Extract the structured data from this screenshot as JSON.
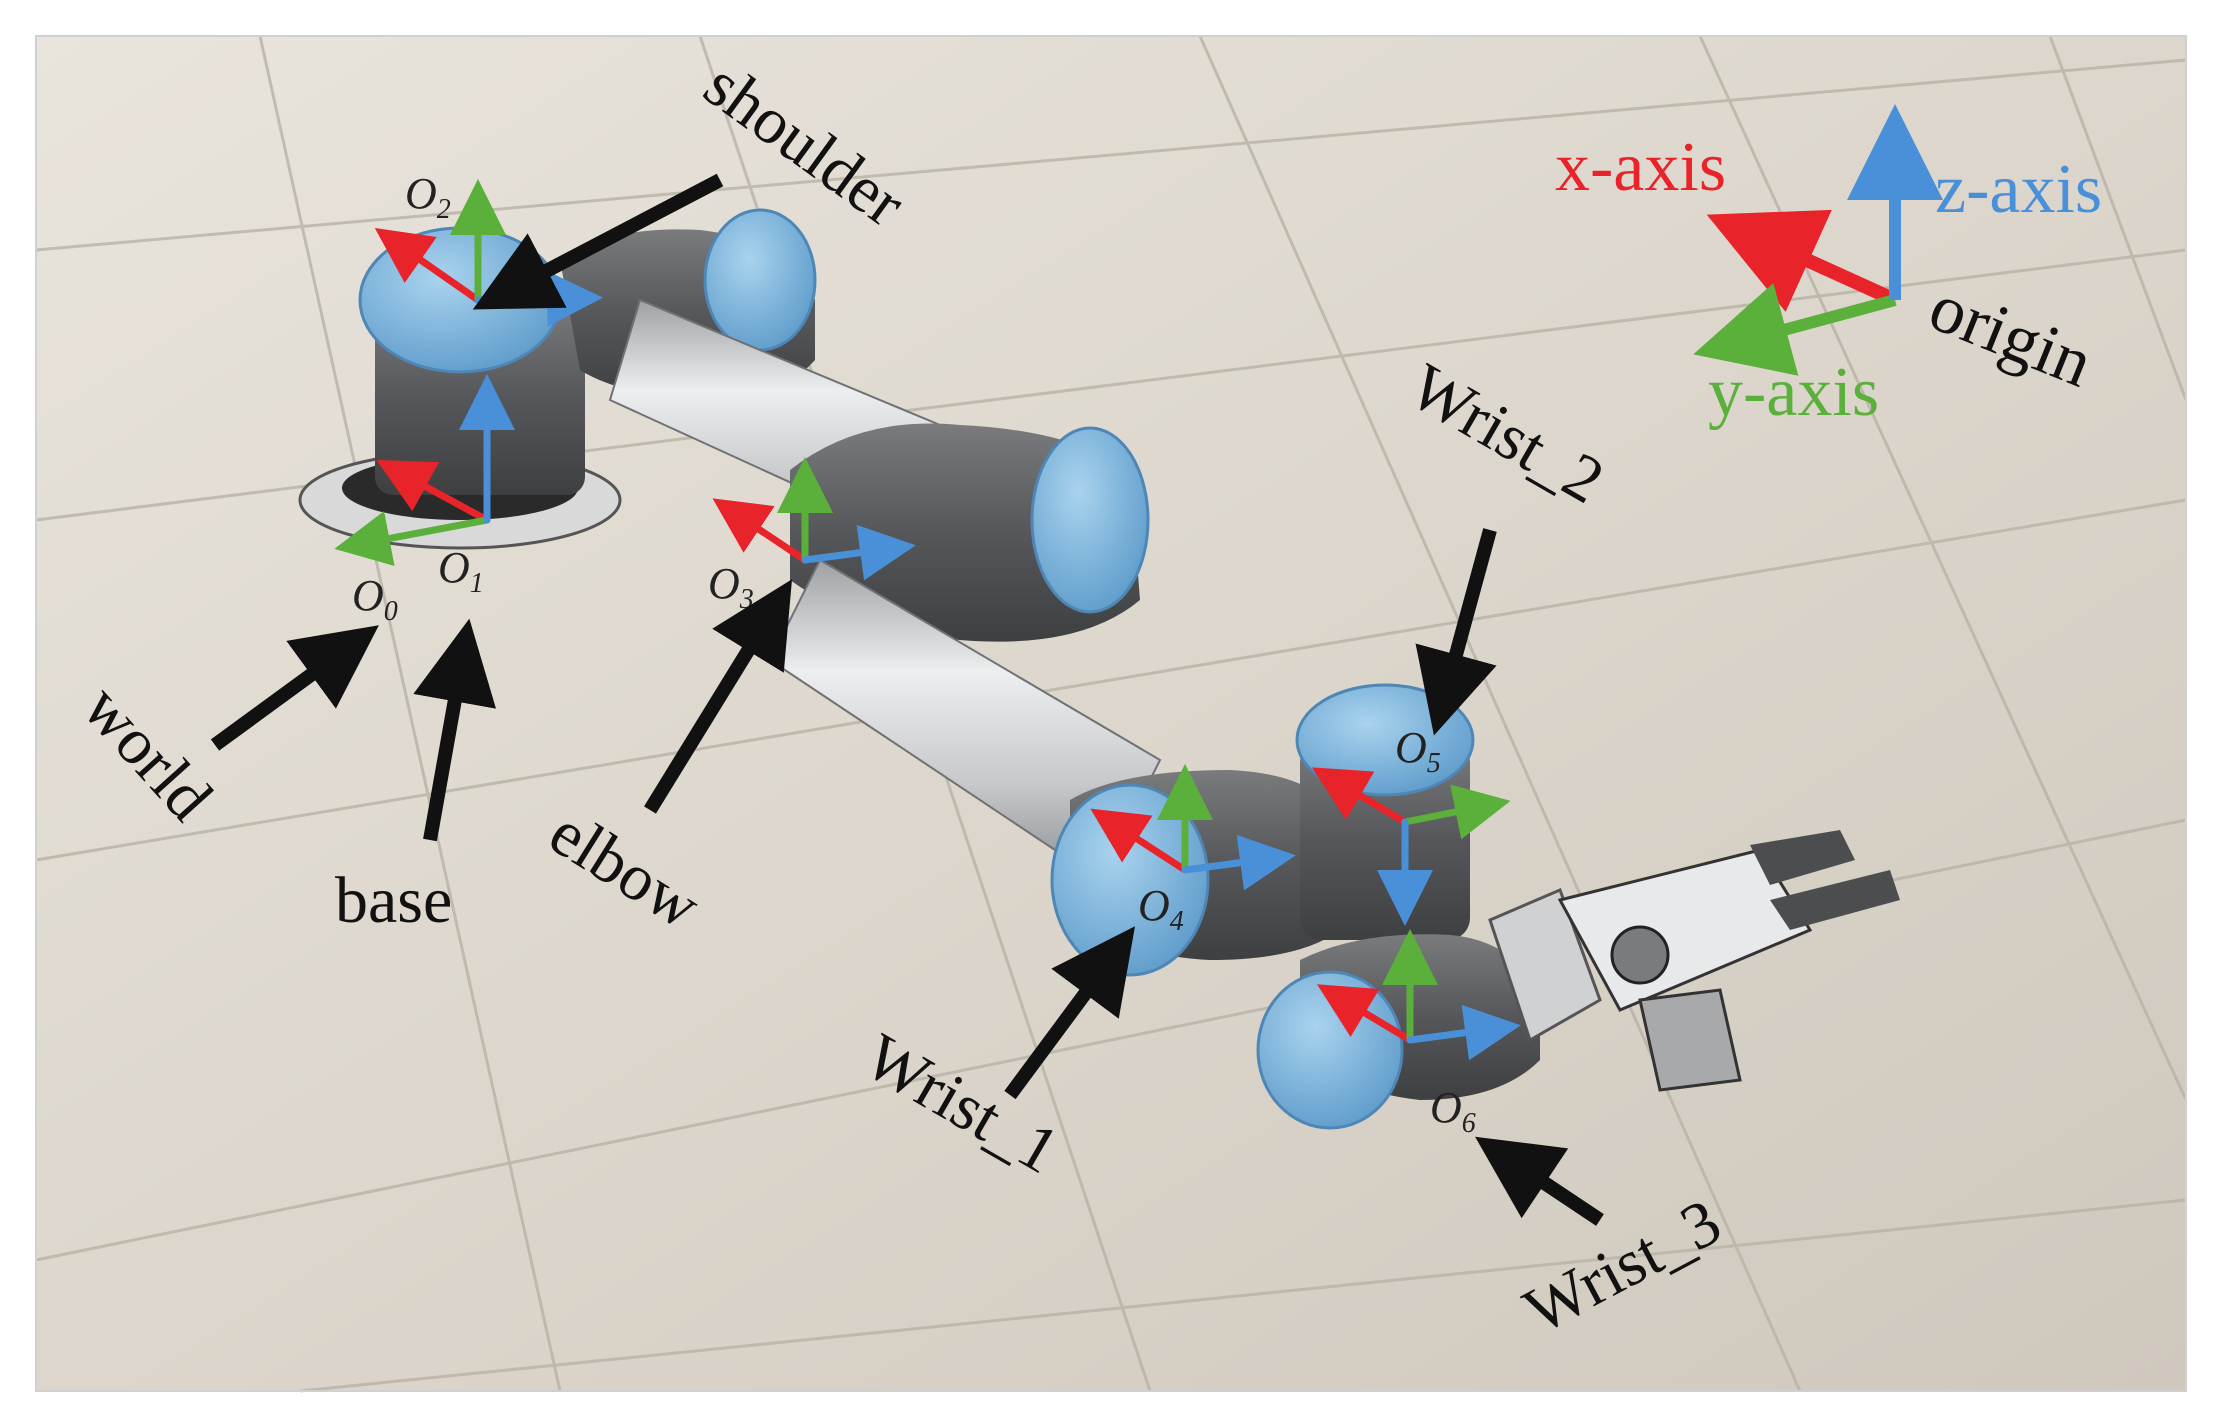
{
  "colors": {
    "x_axis": "#e8232a",
    "y_axis": "#5ab03a",
    "z_axis": "#4a90d9",
    "joint_cap": "#7fb7dc",
    "link_metal": "#c4c6c8",
    "joint_dark": "#5c5d5f",
    "floor_light": "#e6e1d8",
    "floor_dark": "#cfc9bf",
    "label_ink": "#111111"
  },
  "legend": {
    "x_label": "x-axis",
    "y_label": "y-axis",
    "z_label": "z-axis",
    "origin_label": "origin"
  },
  "joints": {
    "world": "world",
    "base": "base",
    "shoulder": "shoulder",
    "elbow": "elbow",
    "wrist_1": "Wrist_1",
    "wrist_2": "Wrist_2",
    "wrist_3": "Wrist_3"
  },
  "frames": [
    {
      "sym": "O",
      "sub": "0"
    },
    {
      "sym": "O",
      "sub": "1"
    },
    {
      "sym": "O",
      "sub": "2"
    },
    {
      "sym": "O",
      "sub": "3"
    },
    {
      "sym": "O",
      "sub": "4"
    },
    {
      "sym": "O",
      "sub": "5"
    },
    {
      "sym": "O",
      "sub": "6"
    }
  ]
}
